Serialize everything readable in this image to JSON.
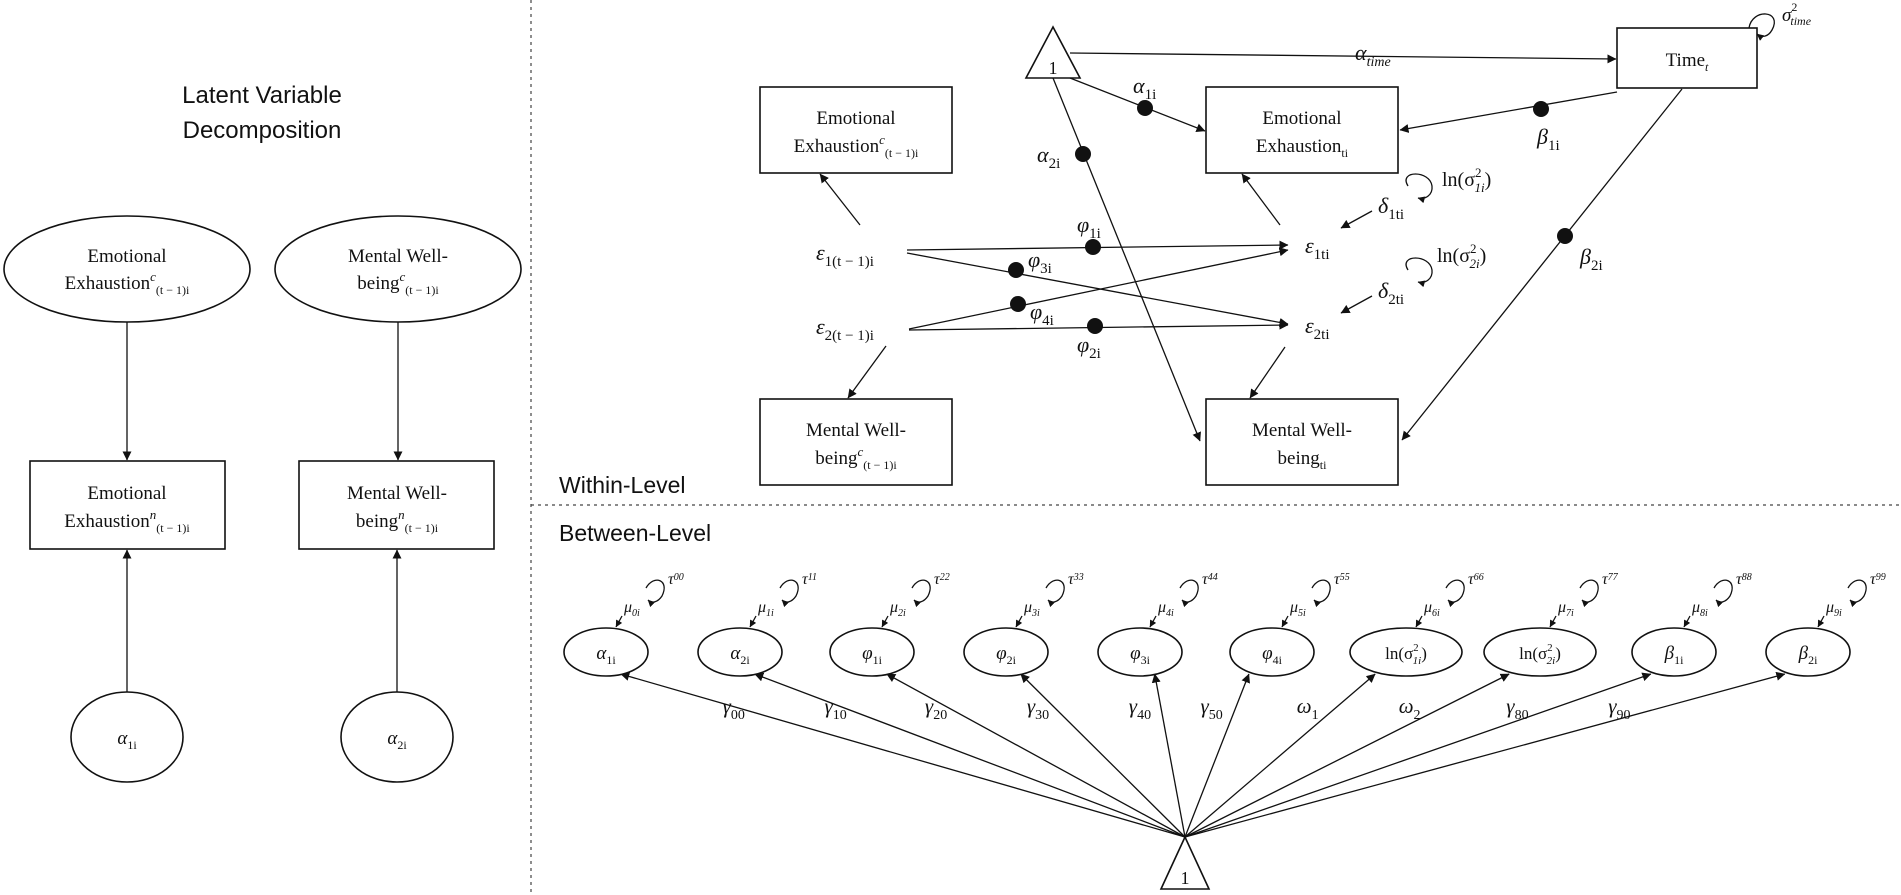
{
  "decomposition": {
    "title_line1": "Latent Variable",
    "title_line2": "Decomposition",
    "ee_latent": {
      "l1": "Emotional",
      "l2": "Exhaustion",
      "sup": "c",
      "sub": "(t − 1)i"
    },
    "mw_latent": {
      "l1": "Mental Well-",
      "l2": "being",
      "sup": "c",
      "sub": "(t − 1)i"
    },
    "ee_obs": {
      "l1": "Emotional",
      "l2": "Exhaustion",
      "sup": "n",
      "sub": "(t − 1)i"
    },
    "mw_obs": {
      "l1": "Mental Well-",
      "l2": "being",
      "sup": "n",
      "sub": "(t − 1)i"
    },
    "a1": {
      "base": "α",
      "sub": "1i"
    },
    "a2": {
      "base": "α",
      "sub": "2i"
    }
  },
  "within": {
    "level_label": "Within-Level",
    "one": "1",
    "time_box": {
      "base": "Time",
      "sub": "t"
    },
    "ee_lag_box": {
      "l1": "Emotional",
      "l2": "Exhaustion",
      "sup": "c",
      "sub": "(t − 1)i"
    },
    "ee_box": {
      "l1": "Emotional",
      "l2": "Exhaustion",
      "sub": "ti"
    },
    "mw_lag_box": {
      "l1": "Mental Well-",
      "l2": "being",
      "sup": "c",
      "sub": "(t − 1)i"
    },
    "mw_box": {
      "l1": "Mental Well-",
      "l2": "being",
      "sub": "ti"
    },
    "alpha_time": {
      "base": "α",
      "sub": "time"
    },
    "sigma_time": {
      "base": "σ",
      "sup": "2",
      "sub": "time"
    },
    "a1i": {
      "base": "α",
      "sub": "1i"
    },
    "a2i": {
      "base": "α",
      "sub": "2i"
    },
    "b1i": {
      "base": "β",
      "sub": "1i"
    },
    "b2i": {
      "base": "β",
      "sub": "2i"
    },
    "phi1": {
      "base": "φ",
      "sub": "1i"
    },
    "phi2": {
      "base": "φ",
      "sub": "2i"
    },
    "phi3": {
      "base": "φ",
      "sub": "3i"
    },
    "phi4": {
      "base": "φ",
      "sub": "4i"
    },
    "e1_lag": {
      "base": "ε",
      "sub": "1(t − 1)i"
    },
    "e2_lag": {
      "base": "ε",
      "sub": "2(t − 1)i"
    },
    "e1": {
      "base": "ε",
      "sub": "1ti"
    },
    "e2": {
      "base": "ε",
      "sub": "2ti"
    },
    "d1": {
      "base": "δ",
      "sub": "1ti"
    },
    "d2": {
      "base": "δ",
      "sub": "2ti"
    },
    "ln1": {
      "pre": "ln(σ",
      "sup": "2",
      "sub": "1i",
      "post": ")"
    },
    "ln2": {
      "pre": "ln(σ",
      "sup": "2",
      "sub": "2i",
      "post": ")"
    }
  },
  "between": {
    "level_label": "Between-Level",
    "one": "1",
    "random_effects": [
      {
        "base": "α",
        "sub": "1i",
        "mu": "μ",
        "mu_sub": "0i",
        "tau": "τ",
        "tau_sub": "00",
        "gamma": "γ",
        "gamma_sub": "00"
      },
      {
        "base": "α",
        "sub": "2i",
        "mu": "μ",
        "mu_sub": "1i",
        "tau": "τ",
        "tau_sub": "11",
        "gamma": "γ",
        "gamma_sub": "10"
      },
      {
        "base": "φ",
        "sub": "1i",
        "mu": "μ",
        "mu_sub": "2i",
        "tau": "τ",
        "tau_sub": "22",
        "gamma": "γ",
        "gamma_sub": "20"
      },
      {
        "base": "φ",
        "sub": "2i",
        "mu": "μ",
        "mu_sub": "3i",
        "tau": "τ",
        "tau_sub": "33",
        "gamma": "γ",
        "gamma_sub": "30"
      },
      {
        "base": "φ",
        "sub": "3i",
        "mu": "μ",
        "mu_sub": "4i",
        "tau": "τ",
        "tau_sub": "44",
        "gamma": "γ",
        "gamma_sub": "40"
      },
      {
        "base": "φ",
        "sub": "4i",
        "mu": "μ",
        "mu_sub": "5i",
        "tau": "τ",
        "tau_sub": "55",
        "gamma": "γ",
        "gamma_sub": "50"
      },
      {
        "pre": "ln(σ",
        "sup": "2",
        "sub": "1i",
        "post": ")",
        "mu": "μ",
        "mu_sub": "6i",
        "tau": "τ",
        "tau_sub": "66",
        "gamma": "ω",
        "gamma_sub": "1"
      },
      {
        "pre": "ln(σ",
        "sup": "2",
        "sub": "2i",
        "post": ")",
        "mu": "μ",
        "mu_sub": "7i",
        "tau": "τ",
        "tau_sub": "77",
        "gamma": "ω",
        "gamma_sub": "2"
      },
      {
        "base": "β",
        "sub": "1i",
        "mu": "μ",
        "mu_sub": "8i",
        "tau": "τ",
        "tau_sub": "88",
        "gamma": "γ",
        "gamma_sub": "80"
      },
      {
        "base": "β",
        "sub": "2i",
        "mu": "μ",
        "mu_sub": "9i",
        "tau": "τ",
        "tau_sub": "99",
        "gamma": "γ",
        "gamma_sub": "90"
      }
    ]
  }
}
